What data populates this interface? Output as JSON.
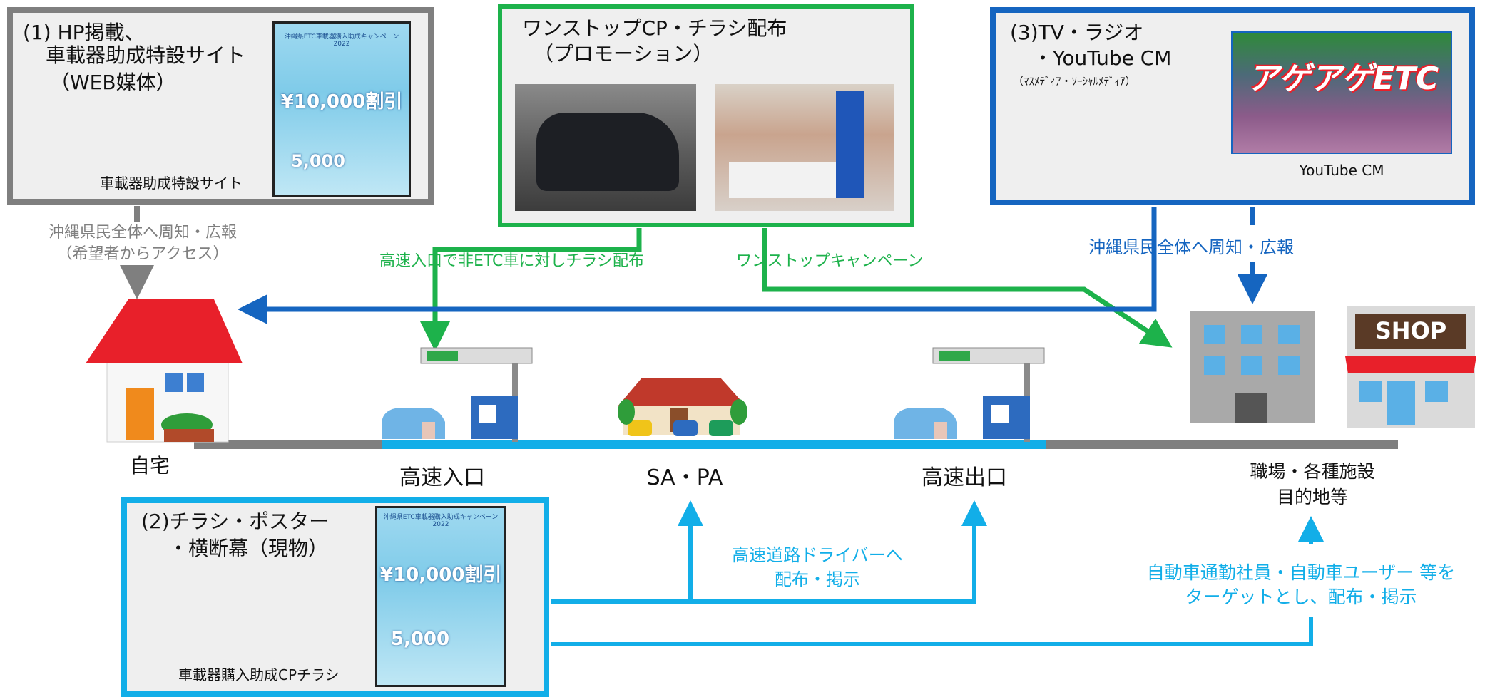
{
  "colors": {
    "gray": "#7f7f7f",
    "green": "#1db24b",
    "blue": "#1565c0",
    "cyan": "#12aee8",
    "road": "#7f7f7f",
    "house_roof": "#e8202a"
  },
  "box1": {
    "title_lines": [
      "(1) HP掲載、",
      "車載器助成特設サイト",
      "（WEB媒体）"
    ],
    "caption": "車載器助成特設サイト",
    "flyer_main": "¥10,000割引",
    "flyer_sub": "5,000",
    "flyer_title": "沖縄県ETC車載器購入助成キャンペーン2022"
  },
  "box2": {
    "title_lines": [
      "ワンストップCP・チラシ配布",
      "（プロモーション）"
    ]
  },
  "box3": {
    "title_lines": [
      "(3)TV・ラジオ",
      "・YouTube CM"
    ],
    "subtitle": "（ﾏｽﾒﾃﾞｨｱ・ｿｰｼｬﾙﾒﾃﾞｨｱ）",
    "caption": "YouTube CM",
    "thumb_text_1": "アゲアゲETC"
  },
  "box4": {
    "title_lines": [
      "(2)チラシ・ポスター",
      "・横断幕（現物）"
    ],
    "caption": "車載器購入助成CPチラシ",
    "flyer_main": "¥10,000割引",
    "flyer_sub": "5,000",
    "flyer_title": "沖縄県ETC車載器購入助成キャンペーン2022"
  },
  "labels": {
    "gray_flow_1": "沖縄県民全体へ周知・広報",
    "gray_flow_2": "（希望者からアクセス）",
    "green_flow_left": "高速入口で非ETC車に対しチラシ配布",
    "green_flow_right": "ワンストップキャンペーン",
    "blue_flow": "沖縄県民全体へ周知・広報",
    "cyan_flow_1_a": "高速道路ドライバーへ",
    "cyan_flow_1_b": "配布・掲示",
    "cyan_flow_2_a": "自動車通勤社員・自動車ユーザー 等を",
    "cyan_flow_2_b": "ターゲットとし、配布・掲示"
  },
  "places": {
    "home": "自宅",
    "entrance": "高速入口",
    "sapa": "SA・PA",
    "exit": "高速出口",
    "work_1": "職場・各種施設",
    "work_2": "目的地等",
    "shop_sign": "SHOP"
  }
}
